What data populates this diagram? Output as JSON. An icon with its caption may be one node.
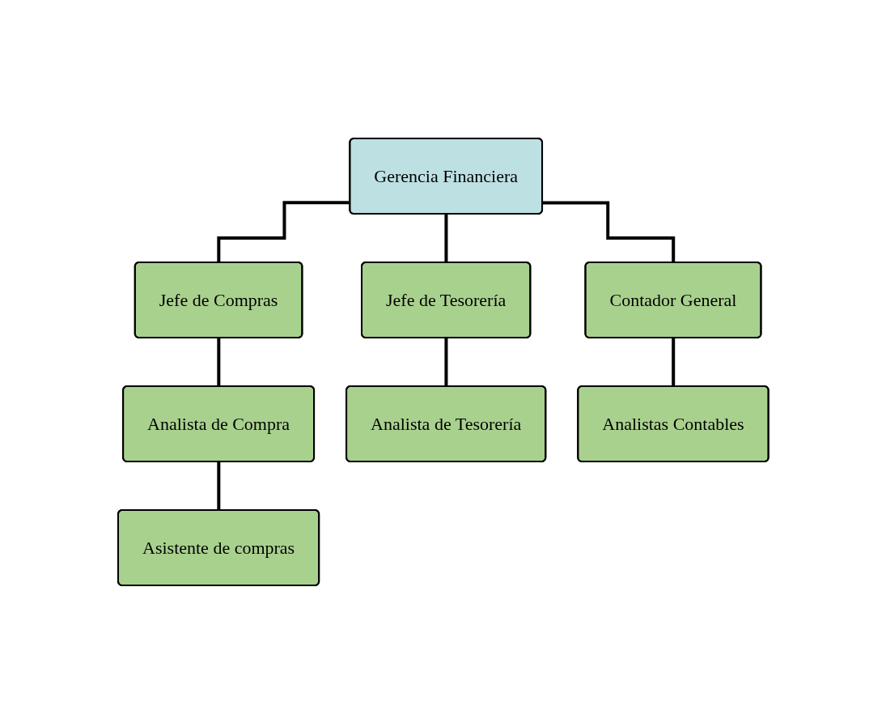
{
  "diagram": {
    "nodes": [
      {
        "text": [
          "Gerencia Financiera"
        ]
      },
      {
        "text": [
          "Jefe de Compras"
        ]
      },
      {
        "text": [
          "Jefe de Tesorería"
        ]
      },
      {
        "text": [
          "Contador General"
        ]
      },
      {
        "text": [
          "Analista de Compra"
        ]
      },
      {
        "text": [
          "Analista de Tesorería"
        ]
      },
      {
        "text": [
          "Analistas Contables"
        ]
      },
      {
        "text": [
          "Asistente de compras"
        ]
      }
    ],
    "edges": [
      {
        "from": 0,
        "to": 1,
        "arrow": "none"
      },
      {
        "from": 0,
        "to": 2,
        "arrow": "none"
      },
      {
        "from": 0,
        "to": 3,
        "arrow": "none"
      },
      {
        "from": 1,
        "to": 4,
        "arrow": "none"
      },
      {
        "from": 2,
        "to": 5,
        "arrow": "none"
      },
      {
        "from": 3,
        "to": 6,
        "arrow": "none"
      },
      {
        "from": 4,
        "to": 7,
        "arrow": "none"
      }
    ]
  }
}
